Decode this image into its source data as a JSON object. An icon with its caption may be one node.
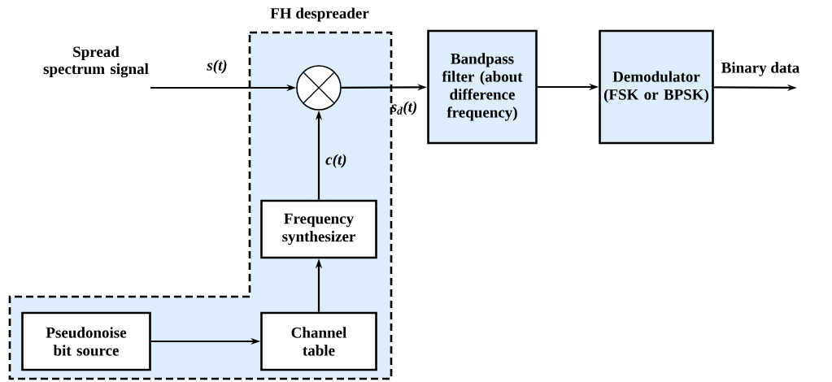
{
  "diagram": {
    "nodes": [
      {
        "text": [
          "FH despreader"
        ]
      },
      {
        "text": [],
        "shape": "circle",
        "in": 0
      },
      {
        "text": [
          "Frequency synthesizer"
        ],
        "in": 0
      },
      {
        "text": [
          "Pseudonoise bit source"
        ],
        "in": 0
      },
      {
        "text": [
          "Channel table"
        ],
        "in": 0
      },
      {
        "text": [
          "Bandpass filter (about difference frequency)"
        ]
      },
      {
        "text": [
          "Demodulator (FSK or BPSK)"
        ]
      }
    ],
    "edges": [
      {
        "from": null,
        "to": 1,
        "arrow": "to",
        "label": "s(t)"
      },
      {
        "from": 1,
        "to": 5,
        "arrow": "to",
        "label": "s$_{d}$(t)"
      },
      {
        "from": 2,
        "to": 1,
        "arrow": "to",
        "label": "c(t)"
      },
      {
        "from": 4,
        "to": 2,
        "arrow": "to"
      },
      {
        "from": 3,
        "to": 4,
        "arrow": "to"
      },
      {
        "from": 5,
        "to": 6,
        "arrow": "to"
      },
      {
        "from": 6,
        "to": null,
        "arrow": "to",
        "label": "Binary data"
      }
    ],
    "labels": [
      "Spread spectrum signal"
    ]
  }
}
